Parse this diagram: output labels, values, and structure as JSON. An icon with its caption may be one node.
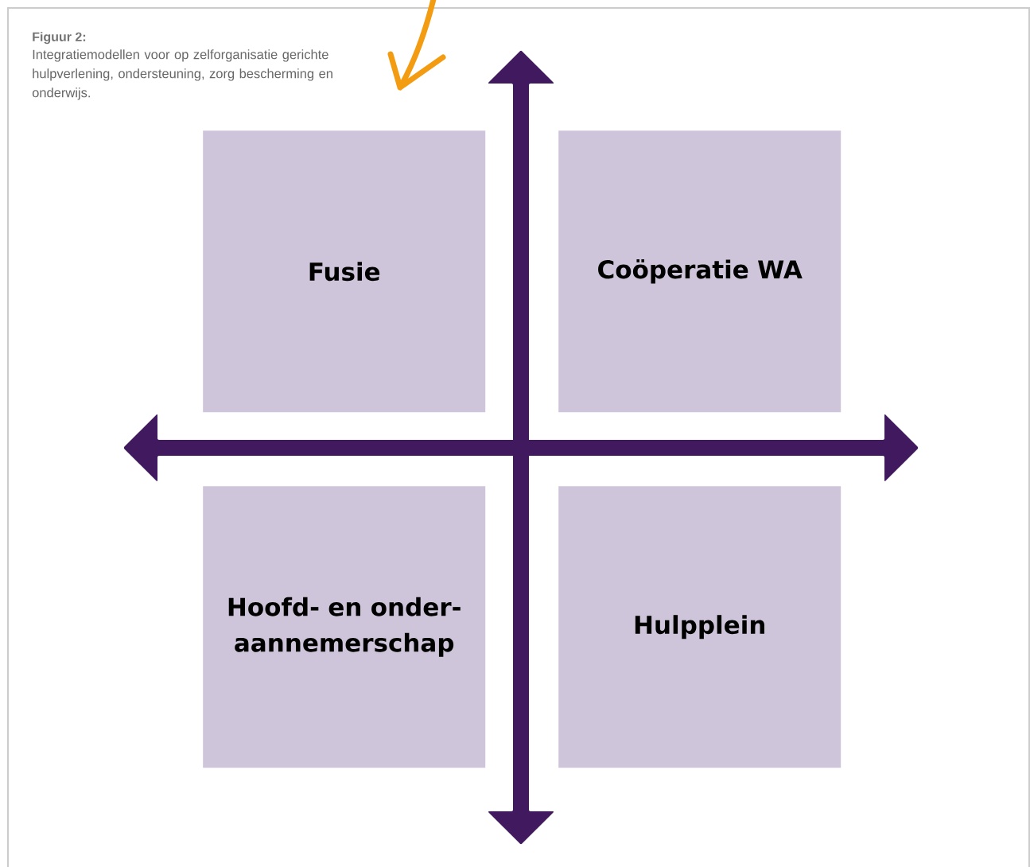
{
  "diagram": {
    "title": "Figuur 2:",
    "caption": "Integratiemodellen voor op zelforganisatie gerichte hulpverlening, ondersteuning, zorg bescherming en onderwijs.",
    "nodes": [
      {
        "text": [
          "Fusie"
        ]
      },
      {
        "text": [
          "Coöperatie WA"
        ]
      },
      {
        "text": [
          "Hoofd- en onder- aannemerschap"
        ]
      },
      {
        "text": [
          "Hulpplein"
        ]
      }
    ]
  }
}
